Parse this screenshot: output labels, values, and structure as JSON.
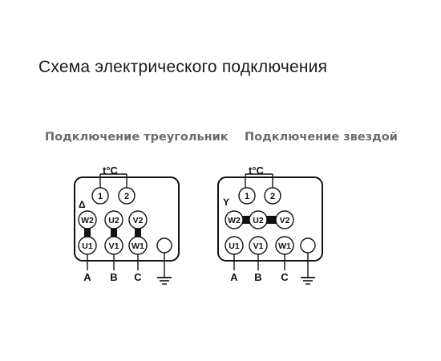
{
  "title": "Схема электрического подключения",
  "panels": [
    {
      "subtitle": "Подключение треугольник",
      "thermal_label": "t°C",
      "thermal_terminals": [
        "1",
        "2"
      ],
      "connection_symbol": "Δ",
      "top_row": [
        "W2",
        "U2",
        "V2"
      ],
      "bottom_row": [
        "U1",
        "V1",
        "W1"
      ],
      "phases": [
        "A",
        "B",
        "C"
      ]
    },
    {
      "subtitle": "Подключение звездой",
      "thermal_label": "t°C",
      "thermal_terminals": [
        "1",
        "2"
      ],
      "connection_symbol": "Y",
      "top_row": [
        "W2",
        "U2",
        "V2"
      ],
      "bottom_row": [
        "U1",
        "V1",
        "W1"
      ],
      "phases": [
        "A",
        "B",
        "C"
      ]
    }
  ]
}
